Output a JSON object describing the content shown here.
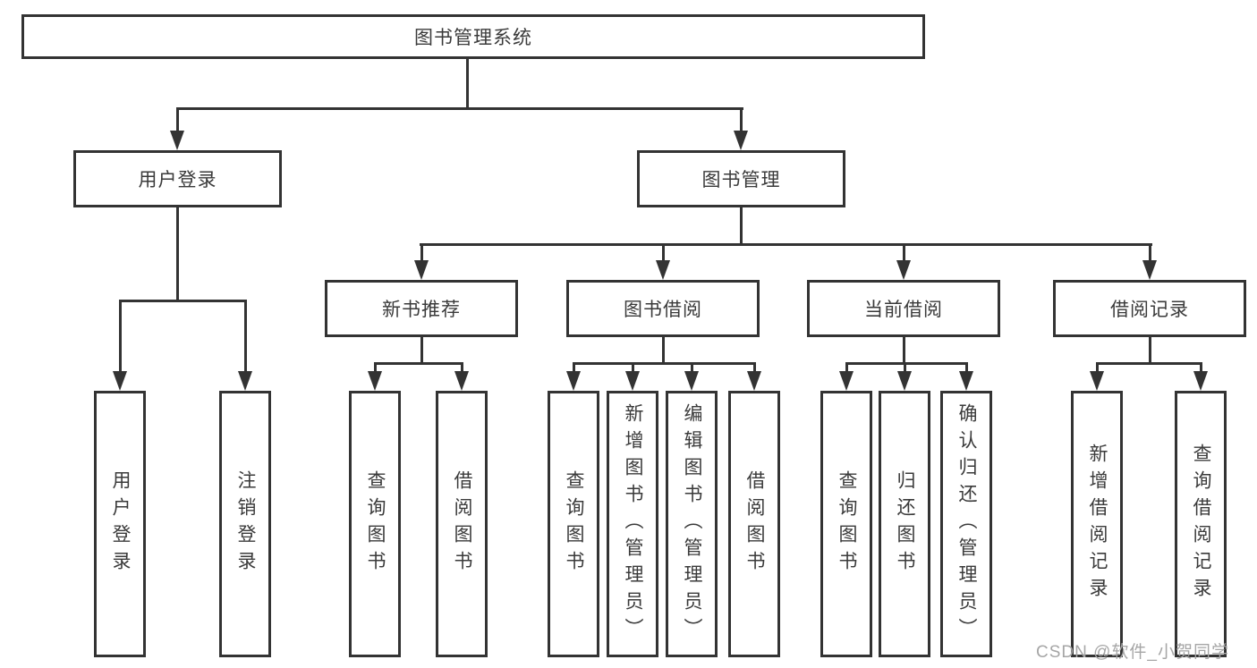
{
  "diagram_type": "hierarchy-tree",
  "watermark": "CSDN @软件_小贺同学",
  "colors": {
    "line": "#333333",
    "text": "#3a3a3a",
    "watermark": "#a6a6a6",
    "background": "#ffffff"
  },
  "nodes": {
    "root": "图书管理系统",
    "branches": [
      {
        "label": "用户登录",
        "children": [
          "用户登录",
          "注销登录"
        ]
      },
      {
        "label": "图书管理",
        "children": [
          {
            "label": "新书推荐",
            "children": [
              "查询图书",
              "借阅图书"
            ]
          },
          {
            "label": "图书借阅",
            "children": [
              "查询图书",
              "新增图书（管理员）",
              "编辑图书（管理员）",
              "借阅图书"
            ]
          },
          {
            "label": "当前借阅",
            "children": [
              "查询图书",
              "归还图书",
              "确认归还（管理员）"
            ]
          },
          {
            "label": "借阅记录",
            "children": [
              "新增借阅记录",
              "查询借阅记录"
            ]
          }
        ]
      }
    ]
  }
}
